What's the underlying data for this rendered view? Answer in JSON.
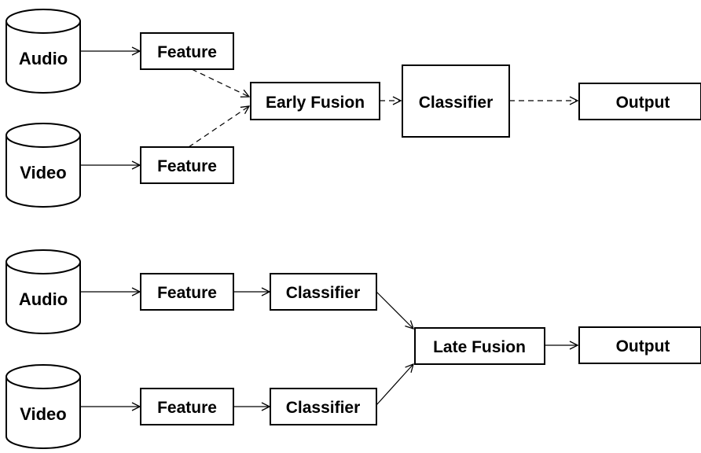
{
  "early_fusion": {
    "audio_source": "Audio",
    "video_source": "Video",
    "audio_feature": "Feature",
    "video_feature": "Feature",
    "fusion": "Early Fusion",
    "classifier": "Classifier",
    "output": "Output"
  },
  "late_fusion": {
    "audio_source": "Audio",
    "video_source": "Video",
    "audio_feature": "Feature",
    "video_feature": "Feature",
    "audio_classifier": "Classifier",
    "video_classifier": "Classifier",
    "fusion": "Late Fusion",
    "output": "Output"
  }
}
